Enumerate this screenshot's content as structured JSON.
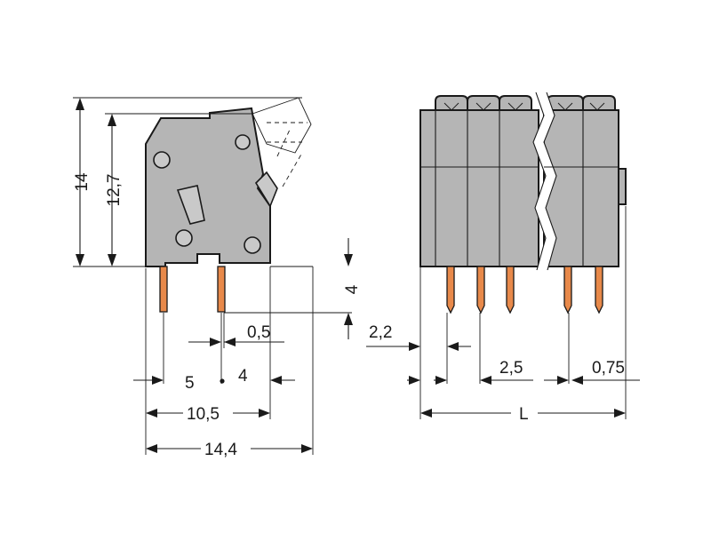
{
  "colors": {
    "housing": "#b5b5b5",
    "pin": "#e8894a",
    "outline": "#1a1a1a"
  },
  "side_view": {
    "height_total": "14",
    "height_body": "12,7",
    "pin_length": "4",
    "pin_offset": "0,5",
    "pitch_left": "5",
    "pitch_right": "4",
    "width_pins": "10,5",
    "width_total": "14,4"
  },
  "front_view": {
    "edge_offset": "2,2",
    "pitch": "2,5",
    "end_offset": "0,75",
    "length": "L"
  }
}
